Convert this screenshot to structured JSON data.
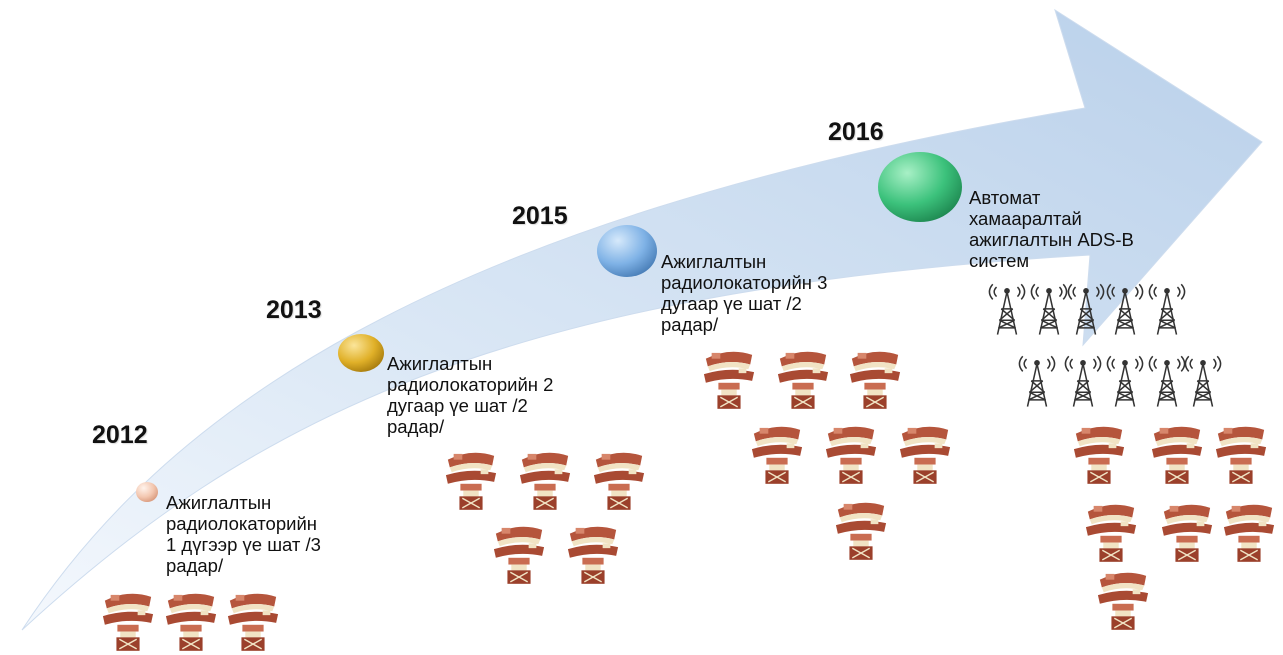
{
  "colors": {
    "arrow_light": "#dde9f6",
    "arrow_dark": "#b6cde6",
    "radar_brick": "#b5553c",
    "radar_cream": "#f1e3c4",
    "tower": "#333333"
  },
  "milestones": [
    {
      "year": "2012",
      "description": "Ажиглалтын\nрадиолокаторийн\n1 дүгээр үе шат /3\nрадар/",
      "marker_color": "#f3c7b0",
      "radar_count": 3,
      "icon": "radar-station-icon"
    },
    {
      "year": "2013",
      "description": "Ажиглалтын\nрадиолокаторийн 2\nдугаар үе шат /2\nрадар/",
      "marker_color": "#e5b52c",
      "radar_count": 5,
      "icon": "radar-station-icon"
    },
    {
      "year": "2015",
      "description": "Ажиглалтын\nрадиолокаторийн 3\nдугаар үе шат /2\nрадар/",
      "marker_color": "#7fb2e6",
      "radar_count": 7,
      "icon": "radar-station-icon"
    },
    {
      "year": "2016",
      "description": "Автомат\nхамааралтай\nажиглалтын ADS-B\nсистем",
      "marker_color": "#3cc27c",
      "radar_count": 7,
      "tower_count": 10,
      "icon": "radar-station-icon",
      "tower_icon": "antenna-tower-icon"
    }
  ]
}
